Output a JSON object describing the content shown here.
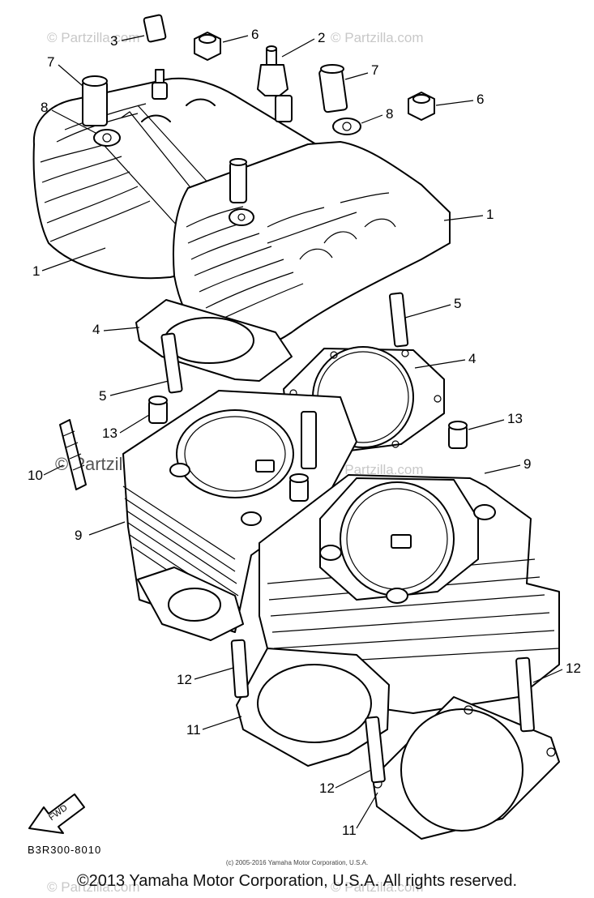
{
  "watermarks": [
    "© Partzilla.com",
    "© Partzilla.com",
    "© Partzilla.com",
    "© Partzilla.com",
    "© Partzilla.com"
  ],
  "callouts": [
    {
      "id": "3",
      "label": "3"
    },
    {
      "id": "6a",
      "label": "6"
    },
    {
      "id": "2",
      "label": "2"
    },
    {
      "id": "7a",
      "label": "7"
    },
    {
      "id": "7b",
      "label": "7"
    },
    {
      "id": "8a",
      "label": "8"
    },
    {
      "id": "8b",
      "label": "8"
    },
    {
      "id": "6b",
      "label": "6"
    },
    {
      "id": "1a",
      "label": "1"
    },
    {
      "id": "1b",
      "label": "1"
    },
    {
      "id": "5a",
      "label": "5"
    },
    {
      "id": "4a",
      "label": "4"
    },
    {
      "id": "4b",
      "label": "4"
    },
    {
      "id": "5b",
      "label": "5"
    },
    {
      "id": "13a",
      "label": "13"
    },
    {
      "id": "13b",
      "label": "13"
    },
    {
      "id": "10",
      "label": "10"
    },
    {
      "id": "9a",
      "label": "9"
    },
    {
      "id": "9b",
      "label": "9"
    },
    {
      "id": "12a",
      "label": "12"
    },
    {
      "id": "12b",
      "label": "12"
    },
    {
      "id": "11a",
      "label": "11"
    },
    {
      "id": "12c",
      "label": "12"
    },
    {
      "id": "11b",
      "label": "11"
    }
  ],
  "fwd_label": "FWD",
  "part_code": "B3R300-8010",
  "small_copyright": "(c) 2005-2016 Yamaha Motor Corporation, U.S.A.",
  "footer": "©2013 Yamaha Motor Corporation, U.S.A. All rights reserved."
}
